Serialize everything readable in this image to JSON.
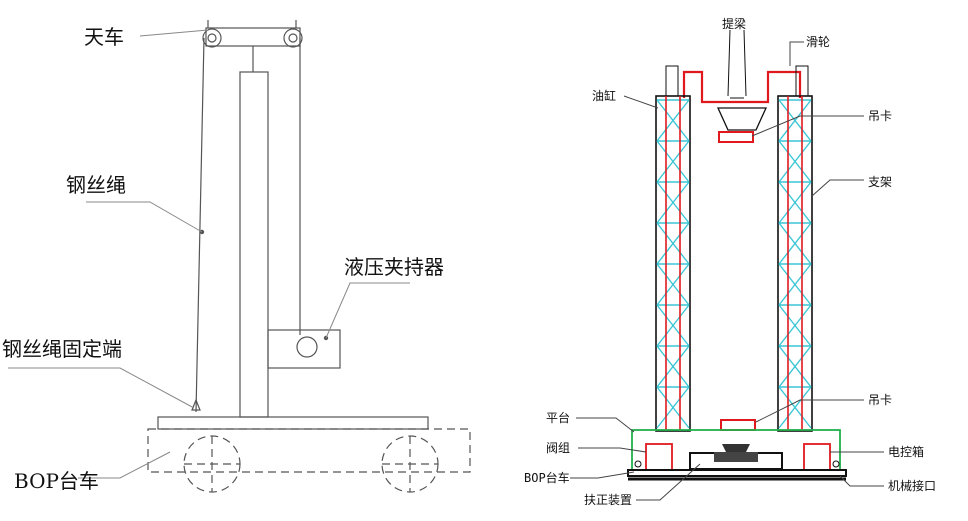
{
  "left": {
    "labels": {
      "crown": "天车",
      "wire": "钢丝绳",
      "clamp": "液压夹持器",
      "wire_fix": "钢丝绳固定端",
      "bop_cart": "BOP台车"
    }
  },
  "right": {
    "labels": {
      "beam": "提梁",
      "pulley": "滑轮",
      "cylinder": "油缸",
      "hanger_top": "吊卡",
      "frame": "支架",
      "hanger_bottom": "吊卡",
      "platform": "平台",
      "valve_group": "阀组",
      "control_box": "电控箱",
      "bop_cart": "BOP台车",
      "interface": "机械接口",
      "righting": "扶正装置"
    },
    "colors": {
      "lattice": "#3cc6d6",
      "hydraulic": "#e0191f",
      "platform": "#22b14c",
      "structure": "#111111"
    }
  }
}
